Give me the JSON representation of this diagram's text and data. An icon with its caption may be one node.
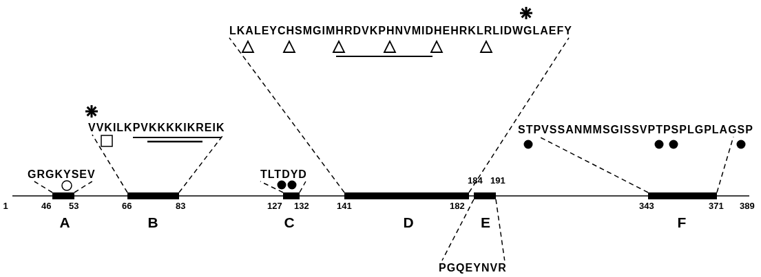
{
  "diagram": {
    "nodes": [
      {
        "text": [
          "GRGKYSEV"
        ]
      },
      {
        "text": [
          "VVKILKPVKKKKIKREIK"
        ]
      },
      {
        "text": [
          "TLTDYD"
        ]
      },
      {
        "text": [
          "LKALEYCHSMGIMHRDVKPHNVMIDHEHRKLRLIDWGLAEFY"
        ]
      },
      {
        "text": [
          "PGQEYNVR"
        ]
      },
      {
        "text": [
          "STPVSSANMMSGISSVPTPSPLGPLAGSP"
        ]
      },
      {
        "text": [],
        "shape": "bar"
      },
      {
        "text": [],
        "shape": "bar"
      },
      {
        "text": [],
        "shape": "bar"
      },
      {
        "text": [],
        "shape": "bar"
      },
      {
        "text": [],
        "shape": "bar"
      },
      {
        "text": [],
        "shape": "bar"
      }
    ],
    "edges": [
      {
        "from": 6,
        "to": 0,
        "arrow": "none",
        "style": "dashed"
      },
      {
        "from": 6,
        "to": 0,
        "arrow": "none",
        "style": "dashed"
      },
      {
        "from": 7,
        "to": 1,
        "arrow": "none",
        "style": "dashed"
      },
      {
        "from": 7,
        "to": 1,
        "arrow": "none",
        "style": "dashed"
      },
      {
        "from": 8,
        "to": 2,
        "arrow": "none",
        "style": "dashed"
      },
      {
        "from": 8,
        "to": 2,
        "arrow": "none",
        "style": "dashed"
      },
      {
        "from": 9,
        "to": 3,
        "arrow": "none",
        "style": "dashed"
      },
      {
        "from": 9,
        "to": 3,
        "arrow": "none",
        "style": "dashed"
      },
      {
        "from": 10,
        "to": 4,
        "arrow": "none",
        "style": "dashed"
      },
      {
        "from": 10,
        "to": 4,
        "arrow": "none",
        "style": "dashed"
      },
      {
        "from": 11,
        "to": 5,
        "arrow": "none",
        "style": "dashed"
      },
      {
        "from": 11,
        "to": 5,
        "arrow": "none",
        "style": "dashed"
      }
    ],
    "labels": [
      "184",
      "191",
      "1",
      "46",
      "53",
      "66",
      "83",
      "127",
      "132",
      "141",
      "182",
      "343",
      "371",
      "389",
      "A",
      "B",
      "C",
      "D",
      "E",
      "F"
    ]
  }
}
